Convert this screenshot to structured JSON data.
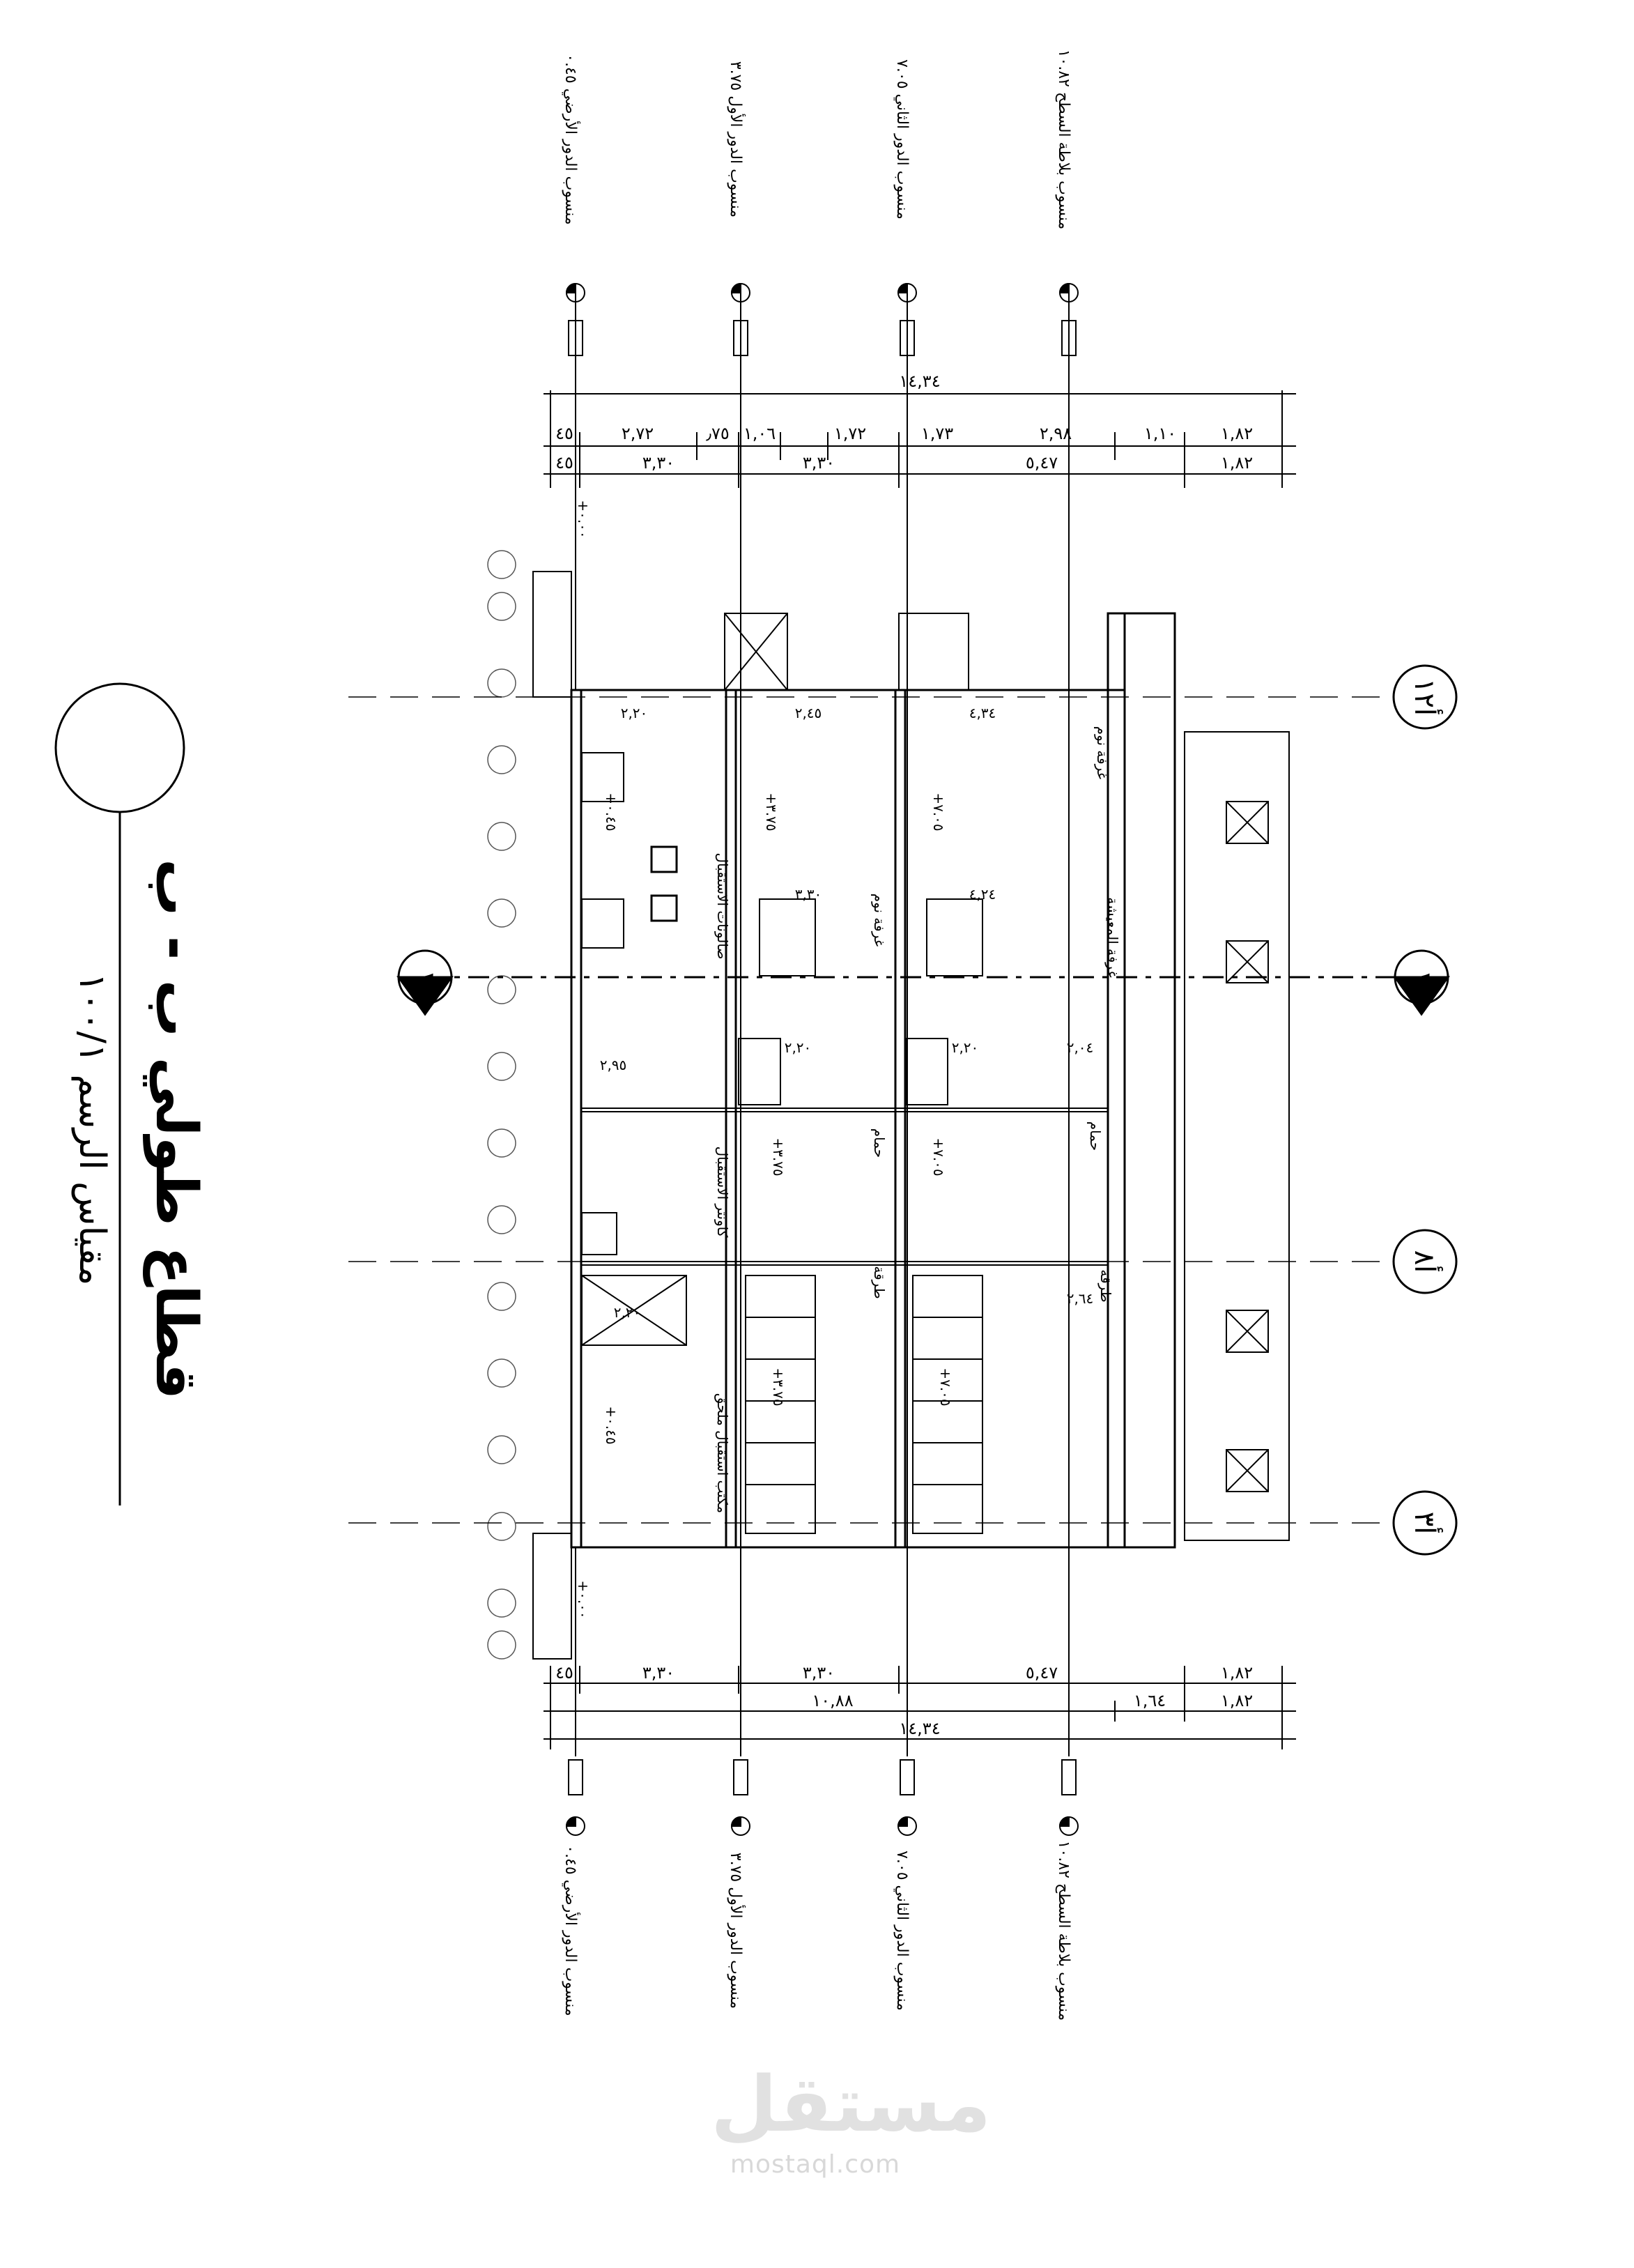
{
  "title": {
    "main": "قطاع طولي ب - ب",
    "scale": "مقياس الرسم ١٠٠/١"
  },
  "levels": [
    {
      "label": "منسوب الدور الأرضي ٠.٤٥"
    },
    {
      "label": "منسوب الدور الأول ٣.٧٥"
    },
    {
      "label": "منسوب الدور الثاني ٧.٠٥"
    },
    {
      "label": "منسوب بلاطة السطح ١٠.٨٢"
    }
  ],
  "dimensions": {
    "top_overall": "١٤,٣٤",
    "top_row1": [
      "٤٥",
      "٢,٧٢",
      "٫٧٥",
      "١,٠٦",
      "١,٧٢",
      "١,٧٣",
      "٢,٩٨",
      "١,١٠",
      "١,٨٢"
    ],
    "top_row2": [
      "٤٥",
      "٣,٣٠",
      "٣,٣٠",
      "٥,٤٧",
      "١,٨٢"
    ],
    "bottom_row1": [
      "٤٥",
      "٣,٣٠",
      "٣,٣٠",
      "٥,٤٧",
      "١,٨٢"
    ],
    "bottom_row2": [
      "١٠,٨٨",
      "١,٦٤",
      "١,٨٢"
    ],
    "bottom_overall": "١٤,٣٤"
  },
  "room_dims": [
    "٢,٢٠",
    "٢,٤٥",
    "٤,٣٤",
    "٣,٣٠",
    "٤,٢٤",
    "٢,٩٥",
    "٢,٢٠",
    "٢,٢٠",
    "٢,٠٤",
    "٢,٦٤",
    "٢,٢٠"
  ],
  "spot_levels": [
    "+٠.٤٥",
    "+٣.٧٥",
    "+٧.٠٥",
    "+٣.٧٥",
    "+٧.٠٥",
    "+٠.٤٥",
    "+٣.٧٥",
    "+٧.٠٥",
    "+٠.٠٠",
    "+٠.٠٠"
  ],
  "rooms": [
    "صالونات الاستقبال",
    "كاونتر الاستقبال",
    "مكتب استقبال ملحق",
    "غرفة نوم",
    "غرفة نوم",
    "حمام",
    "حمام",
    "طرقة",
    "طرقة",
    "غرفة المعيشة"
  ],
  "axes": {
    "section_mark": "١",
    "grid": [
      "أ١٢",
      "أ٨",
      "أ٣"
    ]
  },
  "watermark": {
    "arabic": "مستقل",
    "latin": "mostaql.com"
  }
}
